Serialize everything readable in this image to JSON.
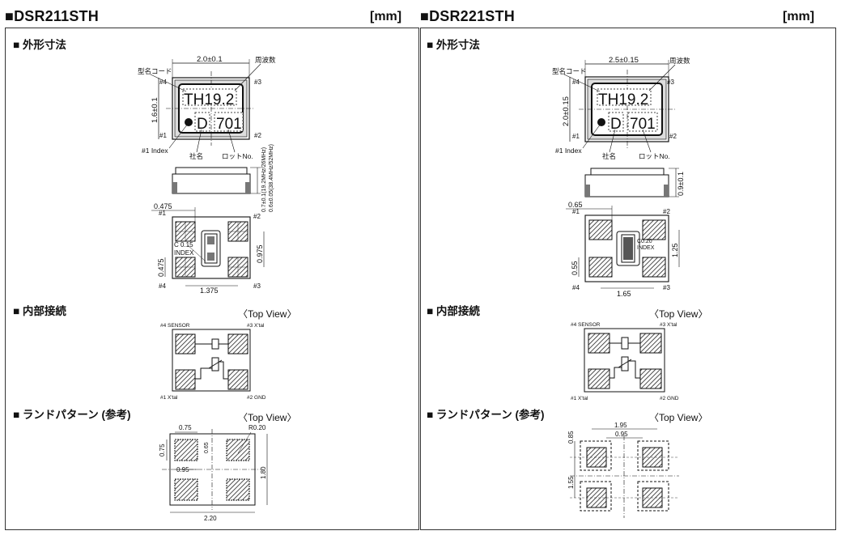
{
  "left": {
    "title": "■DSR211STH",
    "unit": "[mm]",
    "sections": {
      "outline": "■ 外形寸法",
      "internal": "■ 内部接続",
      "land": "■ ランドパターン (参考)"
    },
    "top_view": "〈Top View〉",
    "outline": {
      "width": "2.0±0.1",
      "height": "1.6±0.1",
      "type_code": "型名コード",
      "frequency": "周波数",
      "marking_line1": "TH19.2",
      "marking_d": "D",
      "marking_line2": "701",
      "company": "社名",
      "lot": "ロットNo.",
      "index": "#1 Index",
      "thickness_1": "0.7±0.1(19.2MHz/26MHz)",
      "thickness_2": "0.6±0.05(38.4MHz/52MHz)"
    },
    "pins": {
      "p1": "#1",
      "p2": "#2",
      "p3": "#3",
      "p4": "#4"
    },
    "bottom": {
      "pad_w": "0.475",
      "pad_h": "0.475",
      "pitch_v": "0.975",
      "pitch_h": "1.375",
      "chamfer": "C 0.15",
      "index": "INDEX"
    },
    "internal": {
      "p4": "#4 SENSOR",
      "p3": "#3 X'tal",
      "p1": "#1 X'tal",
      "p2": "#2 GND"
    },
    "land": {
      "w": "0.75",
      "h": "0.75",
      "gap_v": "0.65",
      "gap_h": "0.95",
      "radius": "R0.20",
      "total_h": "1.80",
      "total_w": "2.20"
    }
  },
  "right": {
    "title": "■DSR221STH",
    "unit": "[mm]",
    "sections": {
      "outline": "■ 外形寸法",
      "internal": "■ 内部接続",
      "land": "■ ランドパターン (参考)"
    },
    "top_view": "〈Top View〉",
    "outline": {
      "width": "2.5±0.15",
      "height": "2.0±0.15",
      "type_code": "型名コード",
      "frequency": "周波数",
      "marking_line1": "TH19.2",
      "marking_d": "D",
      "marking_line2": "701",
      "company": "社名",
      "lot": "ロットNo.",
      "index": "#1 Index",
      "thickness": "0.9±0.1"
    },
    "pins": {
      "p1": "#1",
      "p2": "#2",
      "p3": "#3",
      "p4": "#4"
    },
    "bottom": {
      "pad_w": "0.65",
      "pad_h": "0.55",
      "pitch_v": "1.25",
      "pitch_h": "1.65",
      "chamfer": "C0.20",
      "index": "INDEX"
    },
    "internal": {
      "p4": "#4 SENSOR",
      "p3": "#3 X'tal",
      "p1": "#1 X'tal",
      "p2": "#2 GND"
    },
    "land": {
      "total_w": "1.95",
      "gap_h": "0.95",
      "h": "0.85",
      "pitch_v": "1.55"
    }
  }
}
